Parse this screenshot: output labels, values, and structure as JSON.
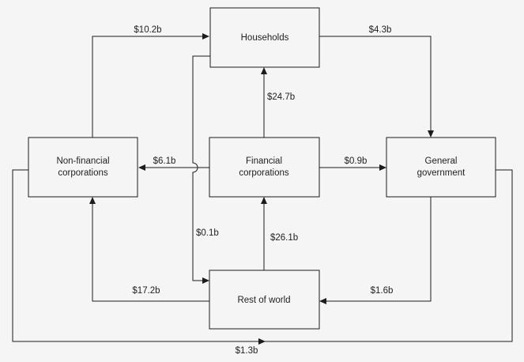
{
  "colors": {
    "background": "#f6f5f6",
    "line": "#1c1c1c",
    "text": "#1f1f1f"
  },
  "nodes": {
    "households": {
      "label": "Households"
    },
    "non_financial_corporations": {
      "line1": "Non-financial",
      "line2": "corporations"
    },
    "financial_corporations": {
      "line1": "Financial",
      "line2": "corporations"
    },
    "general_government": {
      "line1": "General",
      "line2": "government"
    },
    "rest_of_world": {
      "label": "Rest of world"
    }
  },
  "flows": [
    {
      "from": "Non-financial corporations",
      "to": "Households",
      "amount": "$10.2b"
    },
    {
      "from": "Households",
      "to": "General government",
      "amount": "$4.3b"
    },
    {
      "from": "Financial corporations",
      "to": "Households",
      "amount": "$24.7b"
    },
    {
      "from": "Financial corporations",
      "to": "Non-financial corporations",
      "amount": "$6.1b"
    },
    {
      "from": "Financial corporations",
      "to": "General government",
      "amount": "$0.9b"
    },
    {
      "from": "Households",
      "to": "Rest of world",
      "amount": "$0.1b"
    },
    {
      "from": "Rest of world",
      "to": "Financial corporations",
      "amount": "$26.1b"
    },
    {
      "from": "Rest of world",
      "to": "Non-financial corporations",
      "amount": "$17.2b"
    },
    {
      "from": "General government",
      "to": "Rest of world",
      "amount": "$1.6b"
    },
    {
      "from": "Non-financial corporations",
      "to": "General government",
      "amount": "$1.3b"
    }
  ]
}
